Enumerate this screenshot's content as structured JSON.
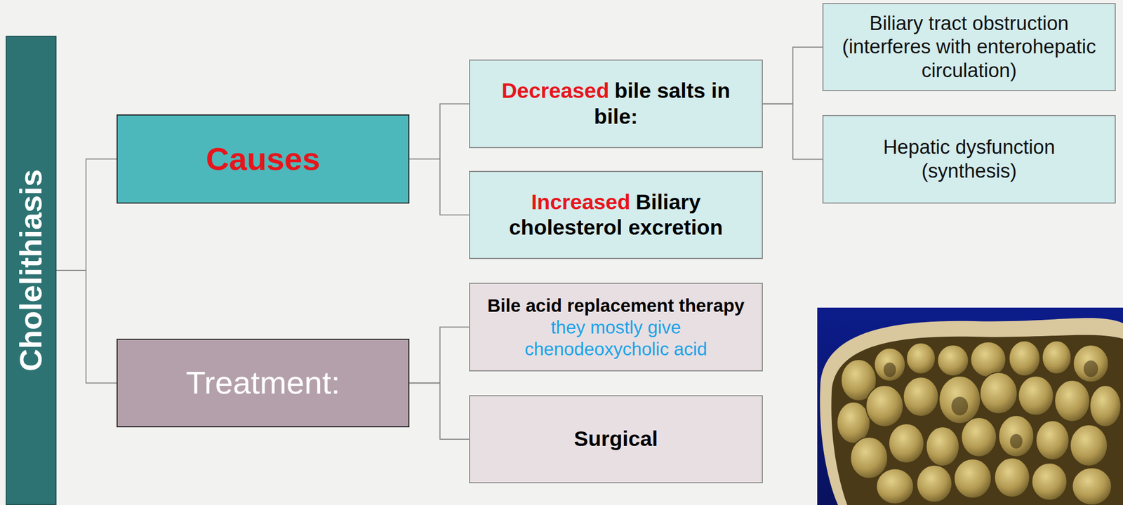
{
  "diagram": {
    "nodes": [
      {
        "text": [
          "Cholelithiasis"
        ]
      },
      {
        "text": [
          "Causes"
        ]
      },
      {
        "text": [
          "Decreased",
          "bile salts in bile:"
        ]
      },
      {
        "text": [
          "Biliary tract obstruction (interferes with enterohepatic circulation)"
        ]
      },
      {
        "text": [
          "Hepatic dysfunction (synthesis)"
        ]
      },
      {
        "text": [
          "Increased",
          "Biliary cholesterol excretion"
        ]
      },
      {
        "text": [
          "Treatment:"
        ]
      },
      {
        "text": [
          "Bile acid replacement therapy",
          "they mostly give chenodeoxycholic acid"
        ]
      },
      {
        "text": [
          "Surgical"
        ]
      }
    ],
    "edges": [
      {
        "from": 0,
        "to": 1,
        "arrow": "none"
      },
      {
        "from": 0,
        "to": 6,
        "arrow": "none"
      },
      {
        "from": 1,
        "to": 2,
        "arrow": "none"
      },
      {
        "from": 1,
        "to": 5,
        "arrow": "none"
      },
      {
        "from": 2,
        "to": 3,
        "arrow": "none"
      },
      {
        "from": 2,
        "to": 4,
        "arrow": "none"
      },
      {
        "from": 6,
        "to": 7,
        "arrow": "none"
      },
      {
        "from": 6,
        "to": 8,
        "arrow": "none"
      }
    ]
  }
}
